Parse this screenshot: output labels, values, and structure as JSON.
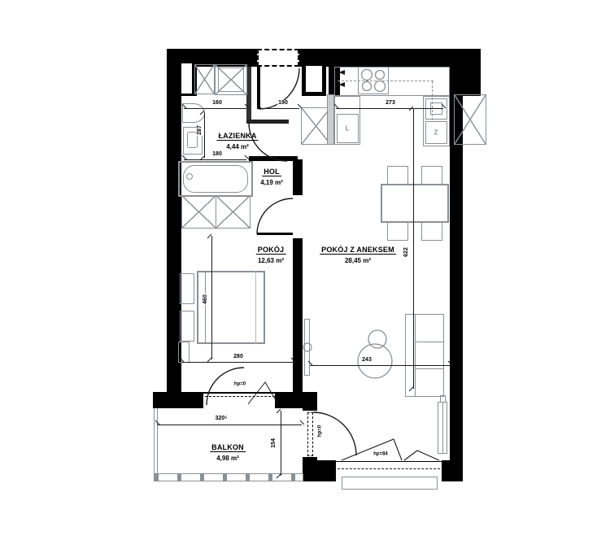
{
  "plan": {
    "rooms": {
      "bathroom": {
        "name": "ŁAZIENKA",
        "area": "4,44 m²"
      },
      "hall": {
        "name": "HOL",
        "area": "4,19 m²"
      },
      "bedroom": {
        "name": "POKÓJ",
        "area": "12,63 m²"
      },
      "living": {
        "name": "POKÓJ Z ANEKSEM",
        "area": "28,45 m²"
      },
      "balcony": {
        "name": "BALKON",
        "area": "4,98 m²"
      }
    },
    "dims": {
      "bath_w": "160",
      "hall_w": "190",
      "kitchen_w": "273",
      "bath_w2": "180",
      "bath_d": "287",
      "bed_w": "280",
      "bed_l": "460",
      "living_w": "243",
      "living_l": "622",
      "balc_w": "320⁵",
      "balc_d": "154"
    },
    "ann": {
      "hp0_bed": "hp=0",
      "hp0_liv": "hp=0",
      "hp84": "hp=84",
      "fridge": "L",
      "sink": "Z"
    },
    "colors": {
      "wall": "#000000",
      "fixture": "#8a9094",
      "text": "#000000",
      "bg": "#ffffff"
    }
  }
}
